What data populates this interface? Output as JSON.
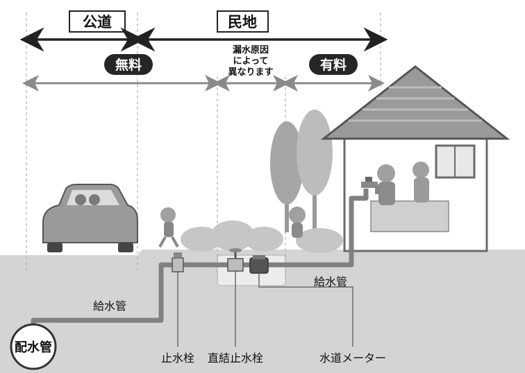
{
  "zones": {
    "public": "公道",
    "private": "民地"
  },
  "badges": {
    "free": "無料",
    "paid": "有料"
  },
  "note_lines": [
    "漏水原因",
    "によって",
    "異なります"
  ],
  "labels": {
    "supply_pipe_left": "給水管",
    "supply_pipe_right": "給水管",
    "main_pipe": "配水管",
    "stop_valve": "止水栓",
    "direct_stop_valve": "直結止水栓",
    "water_meter": "水道メーター"
  },
  "colors": {
    "ground": "#d4d4d4",
    "pipe": "#808080",
    "badge": "#262626",
    "arrow": "#8a8a8a",
    "roof": "#6a6a6a"
  }
}
